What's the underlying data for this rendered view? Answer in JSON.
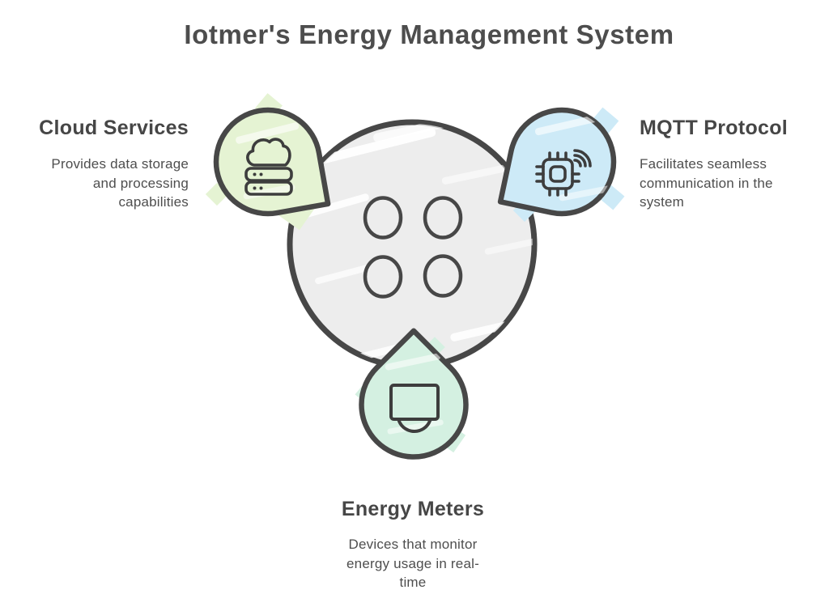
{
  "title": "Iotmer's Energy Management System",
  "colors": {
    "outline": "#474747",
    "icon": "#3d3d3d",
    "center_fill": "#ededed",
    "streak": "#ffffff",
    "heading_text": "#464646",
    "body_text": "#4e4e4e"
  },
  "center": {
    "icon": "four-button-holes"
  },
  "nodes": {
    "cloud": {
      "heading": "Cloud Services",
      "lines": [
        "Provides data storage",
        "and processing",
        "capabilities"
      ],
      "fill": "#e5f3d3",
      "icon": "cloud-server-icon"
    },
    "mqtt": {
      "heading": "MQTT Protocol",
      "lines": [
        "Facilitates seamless",
        "communication in the",
        "system"
      ],
      "fill": "#cdeaf7",
      "icon": "chip-wifi-icon"
    },
    "meters": {
      "heading": "Energy Meters",
      "lines": [
        "Devices that monitor",
        "energy usage in real-",
        "time"
      ],
      "fill": "#d4f0e1",
      "icon": "monitor-icon"
    }
  }
}
